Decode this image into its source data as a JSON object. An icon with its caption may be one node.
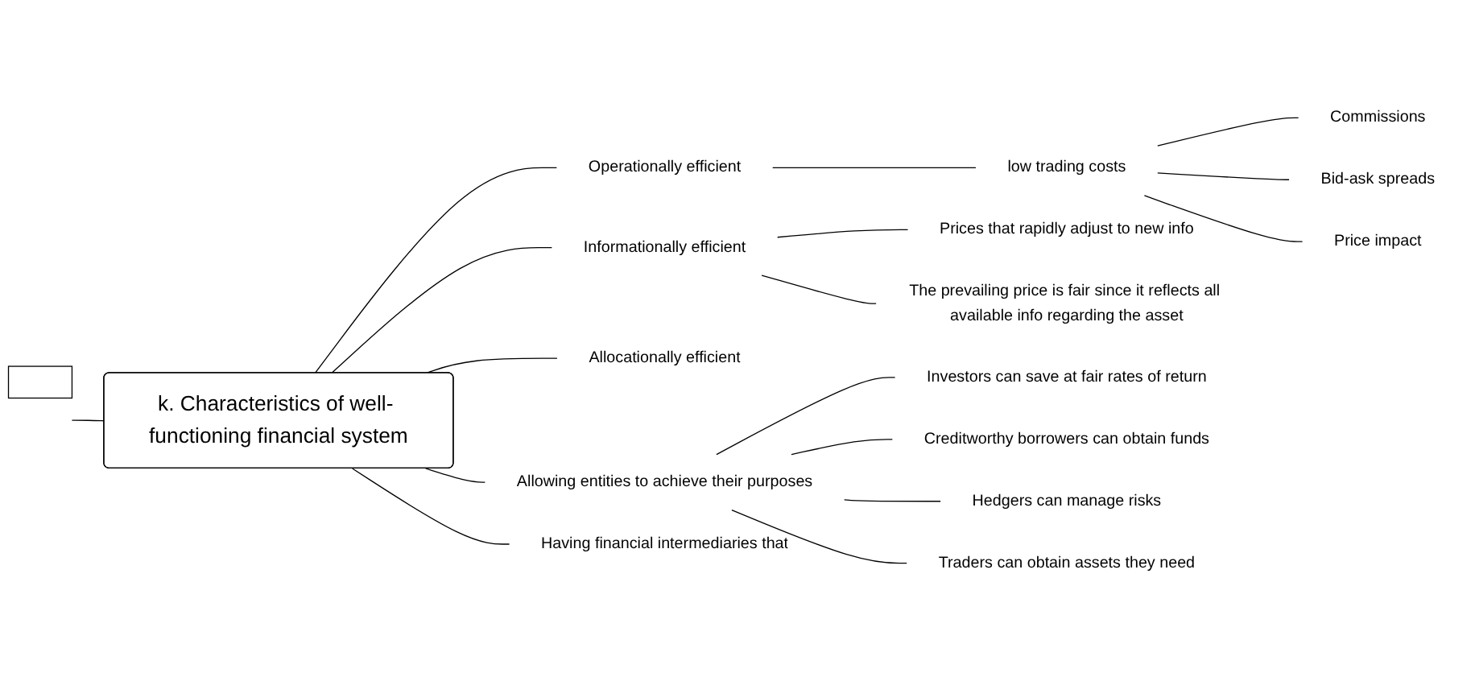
{
  "diagram": {
    "nodes": [
      {
        "text": [],
        "shape": "box"
      },
      {
        "text": [
          "k. Characteristics of well- functioning financial system"
        ]
      },
      {
        "text": [
          "Operationally efficient"
        ]
      },
      {
        "text": [
          "low trading costs"
        ]
      },
      {
        "text": [
          "Commissions"
        ]
      },
      {
        "text": [
          "Bid-ask spreads"
        ]
      },
      {
        "text": [
          "Price impact"
        ]
      },
      {
        "text": [
          "Informationally efficient"
        ]
      },
      {
        "text": [
          "Prices that rapidly adjust to new info"
        ]
      },
      {
        "text": [
          "The prevailing price is fair since it reflects all available info regarding the asset"
        ]
      },
      {
        "text": [
          "Allocationally efficient"
        ]
      },
      {
        "text": [
          "Allowing entities to achieve their purposes"
        ]
      },
      {
        "text": [
          "Investors can save at fair rates of return"
        ]
      },
      {
        "text": [
          "Creditworthy borrowers can obtain funds"
        ]
      },
      {
        "text": [
          "Hedgers can manage risks"
        ]
      },
      {
        "text": [
          "Traders can obtain assets they need"
        ]
      },
      {
        "text": [
          "Having financial intermediaries that"
        ]
      }
    ],
    "edges": [
      {
        "from": null,
        "to": 1,
        "arrow": "none"
      },
      {
        "from": 1,
        "to": 2,
        "arrow": "none"
      },
      {
        "from": 2,
        "to": 3,
        "arrow": "none"
      },
      {
        "from": 3,
        "to": 4,
        "arrow": "none"
      },
      {
        "from": 3,
        "to": 5,
        "arrow": "none"
      },
      {
        "from": 3,
        "to": 6,
        "arrow": "none"
      },
      {
        "from": 1,
        "to": 7,
        "arrow": "none"
      },
      {
        "from": 7,
        "to": 8,
        "arrow": "none"
      },
      {
        "from": 7,
        "to": 9,
        "arrow": "none"
      },
      {
        "from": 1,
        "to": 10,
        "arrow": "none"
      },
      {
        "from": 1,
        "to": 11,
        "arrow": "none"
      },
      {
        "from": 11,
        "to": 12,
        "arrow": "none"
      },
      {
        "from": 11,
        "to": 13,
        "arrow": "none"
      },
      {
        "from": 11,
        "to": 14,
        "arrow": "none"
      },
      {
        "from": 11,
        "to": 15,
        "arrow": "none"
      },
      {
        "from": 1,
        "to": 16,
        "arrow": "none"
      }
    ]
  }
}
